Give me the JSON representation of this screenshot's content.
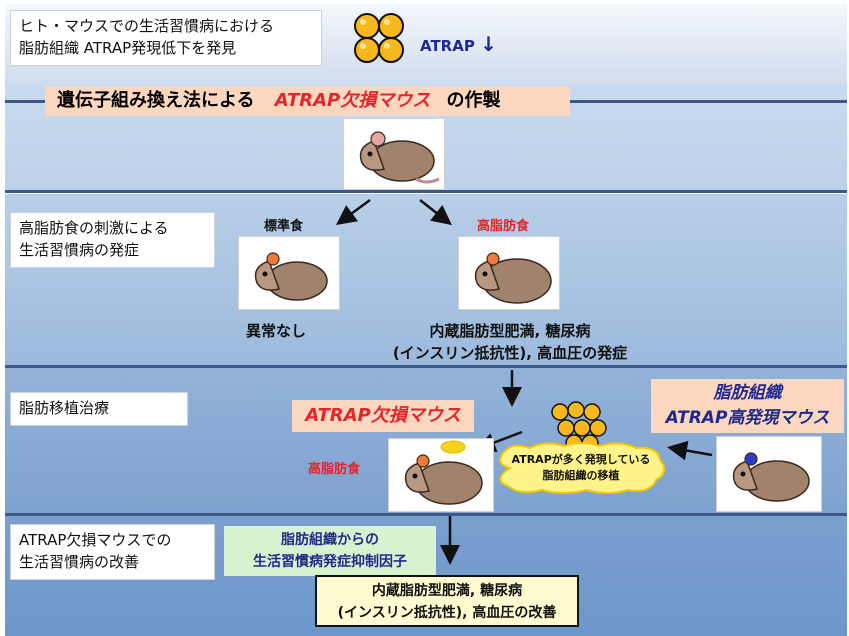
{
  "header": {
    "line1": "ヒト・マウスでの生活習慣病における",
    "line2": "脂肪組織 ATRAP発現低下を発見",
    "atrap_label": "ATRAP",
    "atrap_arrow": "↓"
  },
  "step1": {
    "pre": "遺伝子組み換え法による",
    "highlight": "ATRAP欠損マウス",
    "post": "の作製"
  },
  "step2": {
    "title_line1": "高脂肪食の刺激による",
    "title_line2": "生活習慣病の発症",
    "normal_diet": "標準食",
    "high_fat_diet": "高脂肪食",
    "normal_result": "異常なし",
    "high_fat_result_line1": "内蔵脂肪型肥満, 糖尿病",
    "high_fat_result_line2": "(インスリン抵抗性), 高血圧の発症"
  },
  "step3": {
    "title": "脂肪移植治療",
    "knockout_label": "ATRAP欠損マウス",
    "high_fat_diet": "高脂肪食",
    "donor_line1": "脂肪組織",
    "donor_line2": "ATRAP高発現マウス",
    "transplant_line1": "ATRAPが多く発現している",
    "transplant_line2": "脂肪組織の移植"
  },
  "step4": {
    "title_line1": "ATRAP欠損マウスでの",
    "title_line2": "生活習慣病の改善",
    "factor_line1": "脂肪組織からの",
    "factor_line2": "生活習慣病発症抑制因子",
    "result_line1": "内蔵脂肪型肥満, 糖尿病",
    "result_line2": "(インスリン抵抗性), 高血圧の改善"
  },
  "colors": {
    "accent_red": "#e3262b",
    "navy": "#1f2a8a",
    "fat_yellow": "#f6b81c",
    "green_box": "#d7f2cf",
    "result_box": "#fffbd0"
  }
}
